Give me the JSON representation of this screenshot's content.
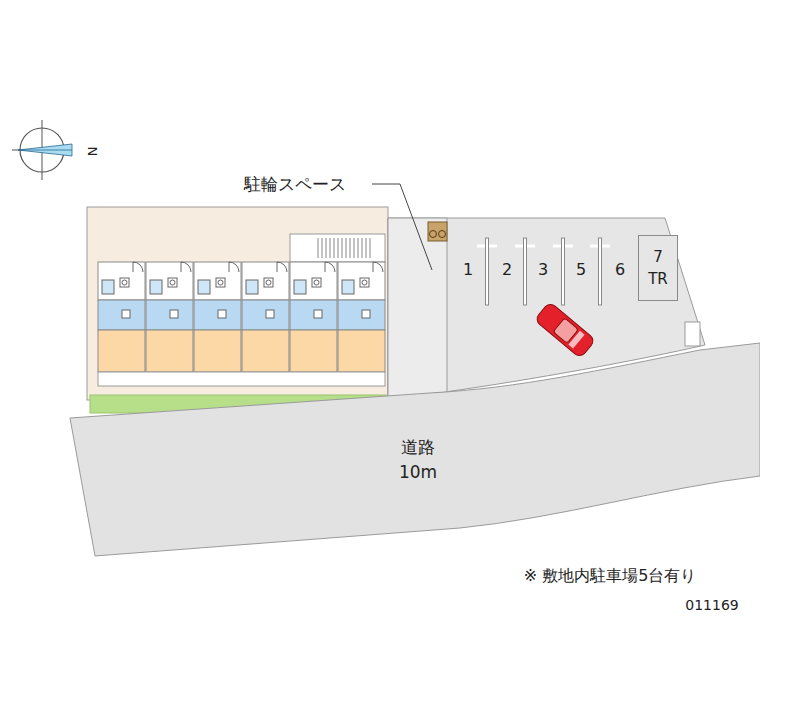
{
  "diagram": {
    "nodes": [
      {
        "text": [
          "道路 10m"
        ]
      },
      {
        "text": [
          "7 TR"
        ]
      }
    ],
    "labels": [
      "駐輪スペース",
      "1",
      "2",
      "3",
      "5",
      "6",
      "※ 敷地内駐車場5台有り",
      "011169",
      "N"
    ]
  }
}
